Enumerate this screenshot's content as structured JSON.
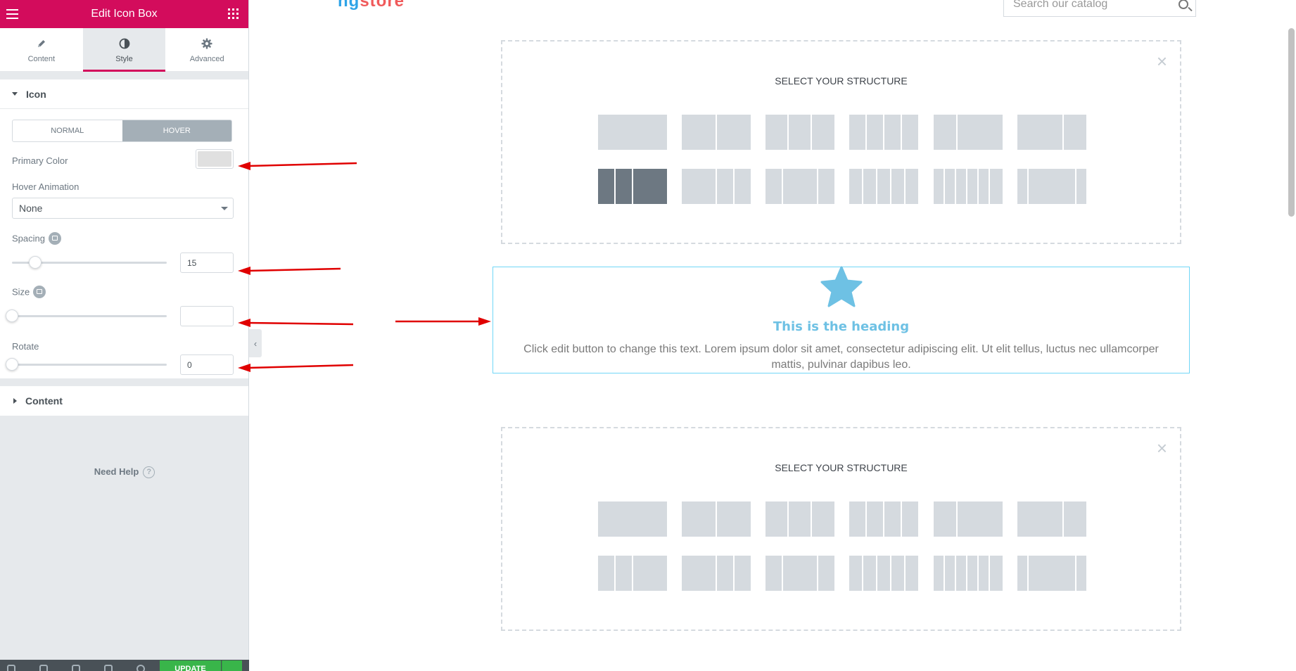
{
  "panel": {
    "title": "Edit Icon Box",
    "tabs": [
      {
        "label": "Content",
        "icon": "pencil-icon"
      },
      {
        "label": "Style",
        "icon": "contrast-icon"
      },
      {
        "label": "Advanced",
        "icon": "gear-icon"
      }
    ],
    "active_tab": "Style",
    "icon_section": {
      "title": "Icon",
      "state_toggle": {
        "normal": "NORMAL",
        "hover": "HOVER",
        "active": "HOVER"
      },
      "primary_color_label": "Primary Color",
      "primary_color_value": "#e0e0e0",
      "hover_animation_label": "Hover Animation",
      "hover_animation_value": "None",
      "spacing_label": "Spacing",
      "spacing_value": "15",
      "size_label": "Size",
      "size_value": "",
      "rotate_label": "Rotate",
      "rotate_value": "0"
    },
    "content_section_title": "Content",
    "help_label": "Need Help",
    "help_icon": "?",
    "update_label": "UPDATE"
  },
  "preview": {
    "logo_part1": "ng",
    "logo_part2": "store",
    "search_placeholder": "Search our catalog",
    "structure_title": "SELECT YOUR STRUCTURE",
    "close_symbol": "×",
    "iconbox": {
      "heading": "This is the heading",
      "text": "Click edit button to change this text. Lorem ipsum dolor sit amet, consectetur adipiscing elit. Ut elit tellus, luctus nec ullamcorper mattis, pulvinar dapibus leo.",
      "icon": "star-icon",
      "color": "#6ec1e4"
    }
  },
  "colors": {
    "brand": "#d30c5c",
    "update": "#39b54a",
    "annotation_arrow": "#e00000"
  }
}
